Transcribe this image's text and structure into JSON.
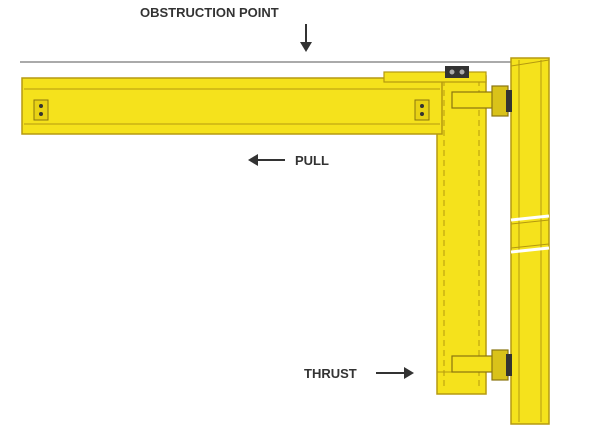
{
  "labels": {
    "obstruction_point": "OBSTRUCTION POINT",
    "pull": "PULL",
    "thrust": "THRUST"
  },
  "colors": {
    "beam_fill": "#f5e21c",
    "beam_stroke": "#b59a10",
    "hardware": "#d9c21a",
    "label_text": "#333333",
    "line": "#555555"
  },
  "icons": {
    "obstruction": "arrow-down-icon",
    "pull": "arrow-left-icon",
    "thrust": "arrow-right-icon"
  }
}
